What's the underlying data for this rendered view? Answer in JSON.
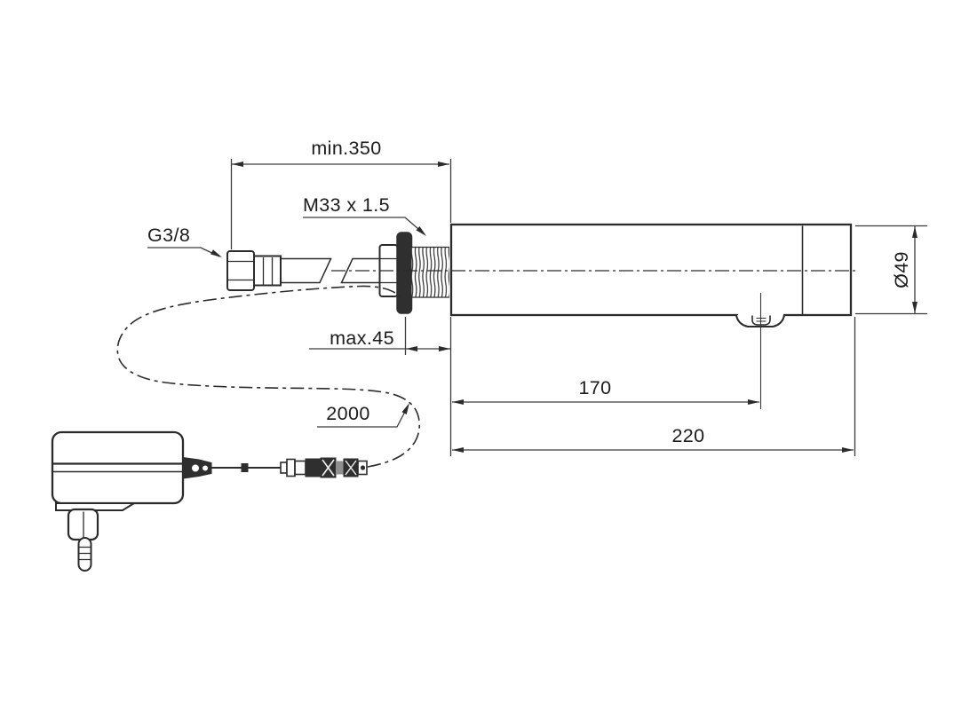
{
  "colors": {
    "background": "#ffffff",
    "line": "#2b2b2b",
    "text": "#1b1b1b",
    "dark_fill": "#2f2f2f"
  },
  "drawing": {
    "labels": {
      "min_clearance": "min.350",
      "mounting_thread": "M33 x 1.5",
      "supply_thread": "G3/8",
      "max_panel_thickness": "max.45",
      "cable_length": "2000",
      "outlet_offset": "170",
      "spout_length": "220",
      "spout_diameter": "Ø49"
    }
  }
}
